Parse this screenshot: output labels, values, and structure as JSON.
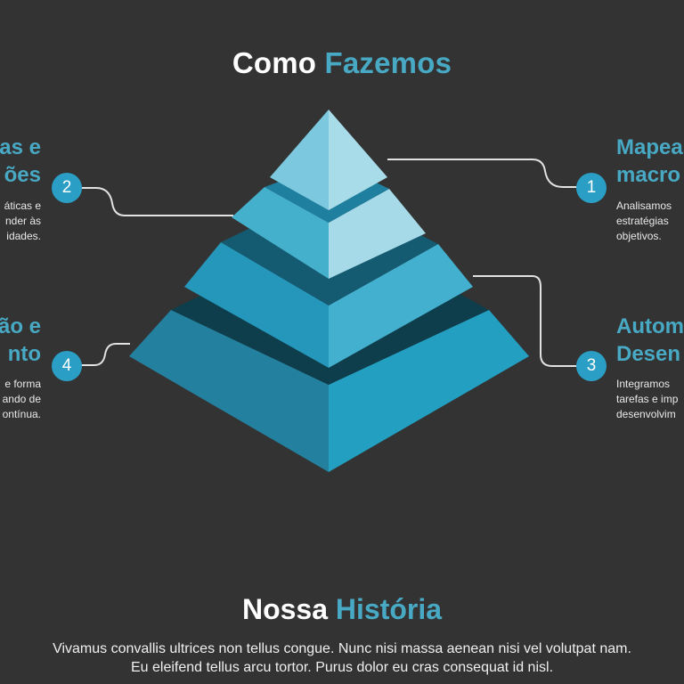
{
  "header": {
    "title_part1": "Como",
    "title_part2": "Fazemos"
  },
  "steps": [
    {
      "number": "1",
      "title_lines": [
        "Mapea",
        "macro"
      ],
      "desc_lines": [
        "Analisamos",
        "estratégias",
        "objetivos."
      ]
    },
    {
      "number": "2",
      "title_lines": [
        "as e",
        "ões"
      ],
      "desc_lines": [
        "áticas e",
        "nder às",
        "idades."
      ]
    },
    {
      "number": "3",
      "title_lines": [
        "Autom",
        "Desen"
      ],
      "desc_lines": [
        "Integramos",
        "tarefas e imp",
        "desenvolvim"
      ]
    },
    {
      "number": "4",
      "title_lines": [
        "ão e",
        "nto"
      ],
      "desc_lines": [
        "e forma",
        "ando de",
        "ontínua."
      ]
    }
  ],
  "history": {
    "title_part1": "Nossa",
    "title_part2": "História",
    "text_lines": [
      "Vivamus convallis ultrices non tellus congue. Nunc nisi massa aenean nisi vel volutpat nam.",
      "Eu eleifend tellus arcu tortor. Purus dolor eu cras consequat id nisl."
    ]
  },
  "colors": {
    "background": "#333333",
    "accent": "#48a9c5",
    "badge": "#2a9ec4"
  }
}
